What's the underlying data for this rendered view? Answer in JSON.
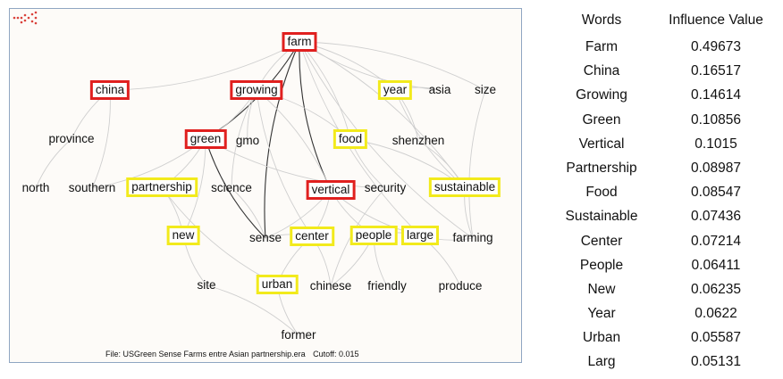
{
  "diagram": {
    "nodes": [
      {
        "id": "farm",
        "label": "farm",
        "box": "red"
      },
      {
        "id": "china",
        "label": "china",
        "box": "red"
      },
      {
        "id": "growing",
        "label": "growing",
        "box": "red"
      },
      {
        "id": "year",
        "label": "year",
        "box": "yellow"
      },
      {
        "id": "asia",
        "label": "asia",
        "box": "none"
      },
      {
        "id": "size",
        "label": "size",
        "box": "none"
      },
      {
        "id": "province",
        "label": "province",
        "box": "none"
      },
      {
        "id": "green",
        "label": "green",
        "box": "red"
      },
      {
        "id": "gmo",
        "label": "gmo",
        "box": "none"
      },
      {
        "id": "food",
        "label": "food",
        "box": "yellow"
      },
      {
        "id": "shenzhen",
        "label": "shenzhen",
        "box": "none"
      },
      {
        "id": "north",
        "label": "north",
        "box": "none"
      },
      {
        "id": "southern",
        "label": "southern",
        "box": "none"
      },
      {
        "id": "partnership",
        "label": "partnership",
        "box": "yellow"
      },
      {
        "id": "science",
        "label": "science",
        "box": "none"
      },
      {
        "id": "vertical",
        "label": "vertical",
        "box": "red"
      },
      {
        "id": "security",
        "label": "security",
        "box": "none"
      },
      {
        "id": "sustainable",
        "label": "sustainable",
        "box": "yellow"
      },
      {
        "id": "new",
        "label": "new",
        "box": "yellow"
      },
      {
        "id": "sense",
        "label": "sense",
        "box": "none"
      },
      {
        "id": "center",
        "label": "center",
        "box": "yellow"
      },
      {
        "id": "people",
        "label": "people",
        "box": "yellow"
      },
      {
        "id": "large",
        "label": "large",
        "box": "yellow"
      },
      {
        "id": "farming",
        "label": "farming",
        "box": "none"
      },
      {
        "id": "site",
        "label": "site",
        "box": "none"
      },
      {
        "id": "urban",
        "label": "urban",
        "box": "yellow"
      },
      {
        "id": "chinese",
        "label": "chinese",
        "box": "none"
      },
      {
        "id": "friendly",
        "label": "friendly",
        "box": "none"
      },
      {
        "id": "produce",
        "label": "produce",
        "box": "none"
      },
      {
        "id": "former",
        "label": "former",
        "box": "none"
      }
    ],
    "edges": [
      [
        "farm",
        "china",
        "light"
      ],
      [
        "farm",
        "growing",
        "light"
      ],
      [
        "farm",
        "year",
        "light"
      ],
      [
        "farm",
        "asia",
        "light"
      ],
      [
        "farm",
        "size",
        "light"
      ],
      [
        "farm",
        "vertical",
        "dark"
      ],
      [
        "farm",
        "green",
        "dark"
      ],
      [
        "farm",
        "sense",
        "dark"
      ],
      [
        "farm",
        "sustainable",
        "light"
      ],
      [
        "farm",
        "farming",
        "light"
      ],
      [
        "farm",
        "food",
        "light"
      ],
      [
        "farm",
        "large",
        "light"
      ],
      [
        "growing",
        "green",
        "light"
      ],
      [
        "growing",
        "gmo",
        "light"
      ],
      [
        "growing",
        "vertical",
        "light"
      ],
      [
        "growing",
        "science",
        "light"
      ],
      [
        "growing",
        "food",
        "light"
      ],
      [
        "growing",
        "center",
        "light"
      ],
      [
        "green",
        "partnership",
        "light"
      ],
      [
        "green",
        "sense",
        "dark"
      ],
      [
        "green",
        "new",
        "light"
      ],
      [
        "green",
        "security",
        "light"
      ],
      [
        "green",
        "southern",
        "light"
      ],
      [
        "china",
        "province",
        "light"
      ],
      [
        "china",
        "southern",
        "light"
      ],
      [
        "province",
        "north",
        "light"
      ],
      [
        "year",
        "asia",
        "light"
      ],
      [
        "year",
        "sustainable",
        "light"
      ],
      [
        "year",
        "shenzhen",
        "light"
      ],
      [
        "size",
        "farming",
        "light"
      ],
      [
        "food",
        "sustainable",
        "light"
      ],
      [
        "food",
        "security",
        "light"
      ],
      [
        "shenzhen",
        "sustainable",
        "light"
      ],
      [
        "sustainable",
        "farming",
        "light"
      ],
      [
        "vertical",
        "center",
        "light"
      ],
      [
        "vertical",
        "people",
        "light"
      ],
      [
        "vertical",
        "sense",
        "light"
      ],
      [
        "vertical",
        "large",
        "light"
      ],
      [
        "partnership",
        "new",
        "light"
      ],
      [
        "partnership",
        "urban",
        "light"
      ],
      [
        "science",
        "sense",
        "light"
      ],
      [
        "security",
        "chinese",
        "light"
      ],
      [
        "people",
        "chinese",
        "light"
      ],
      [
        "people",
        "friendly",
        "light"
      ],
      [
        "people",
        "large",
        "light"
      ],
      [
        "large",
        "farming",
        "light"
      ],
      [
        "large",
        "produce",
        "light"
      ],
      [
        "center",
        "urban",
        "light"
      ],
      [
        "center",
        "chinese",
        "light"
      ],
      [
        "new",
        "site",
        "light"
      ],
      [
        "site",
        "former",
        "light"
      ],
      [
        "urban",
        "former",
        "light"
      ],
      [
        "sense",
        "center",
        "light"
      ]
    ]
  },
  "file_info": {
    "file": "File: USGreen Sense Farms entre Asian partnership.era",
    "cutoff": "Cutoff: 0.015"
  },
  "table": {
    "headers": [
      "Words",
      "Influence Value"
    ],
    "rows": [
      [
        "Farm",
        "0.49673"
      ],
      [
        "China",
        "0.16517"
      ],
      [
        "Growing",
        "0.14614"
      ],
      [
        "Green",
        "0.10856"
      ],
      [
        "Vertical",
        "0.1015"
      ],
      [
        "Partnership",
        "0.08987"
      ],
      [
        "Food",
        "0.08547"
      ],
      [
        "Sustainable",
        "0.07436"
      ],
      [
        "Center",
        "0.07214"
      ],
      [
        "People",
        "0.06411"
      ],
      [
        "New",
        "0.06235"
      ],
      [
        "Year",
        "0.0622"
      ],
      [
        "Urban",
        "0.05587"
      ],
      [
        "Larg",
        "0.05131"
      ]
    ]
  },
  "colors": {
    "red_box": "#e0201f",
    "yellow_box": "#f2ea1c",
    "edge_light": "#cfcfcf",
    "edge_dark": "#333333",
    "panel_border": "#8fa6c2"
  }
}
